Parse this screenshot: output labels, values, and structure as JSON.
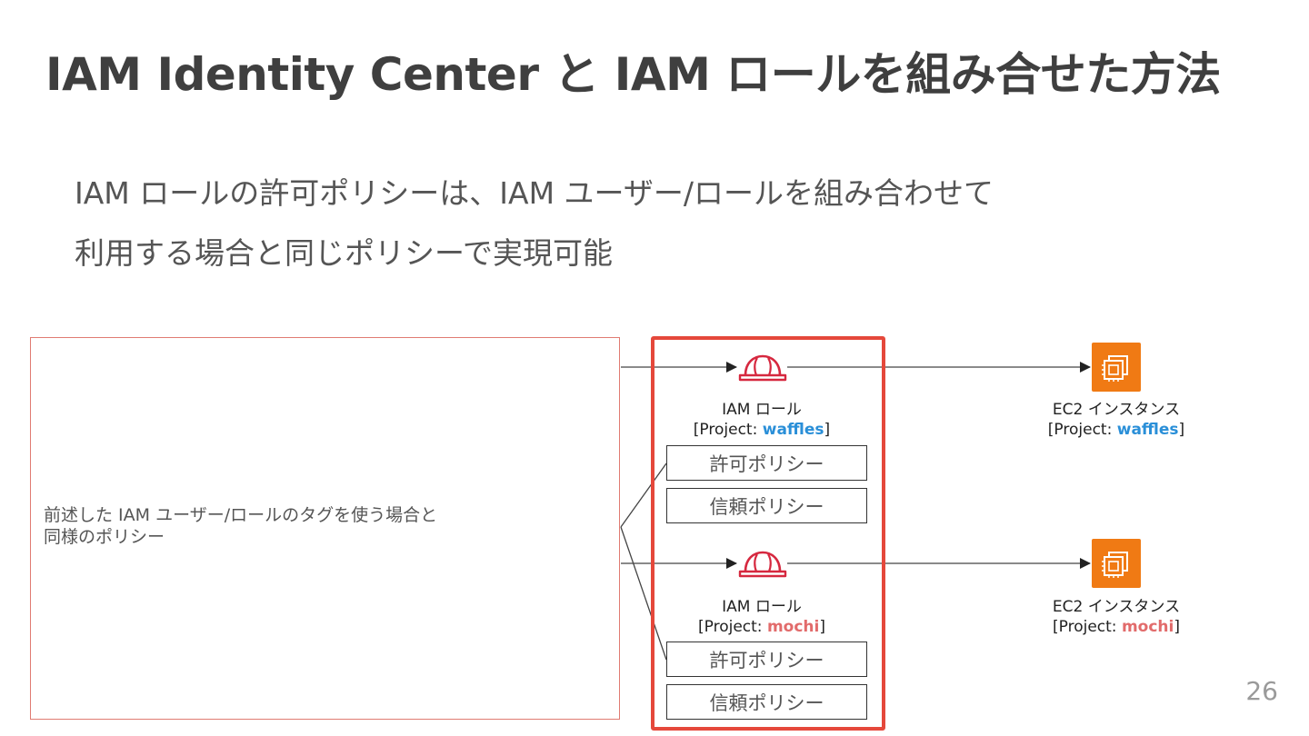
{
  "slide": {
    "title": "IAM Identity Center と IAM ロールを組み合せた方法",
    "body_line1": "IAM ロールの許可ポリシーは、IAM ユーザー/ロールを組み合わせて",
    "body_line2": "利用する場合と同じポリシーで実現可能",
    "page_number": "26"
  },
  "diagram": {
    "policy_note_line1": "前述した IAM ユーザー/ロールのタグを使う場合と",
    "policy_note_line2": "同様のポリシー",
    "colors": {
      "waffles": "#2a8fd8",
      "mochi": "#e26b6b",
      "highlight": "#e5483b",
      "ec2": "#f07a14",
      "role_icon": "#d6283f"
    },
    "roles": [
      {
        "title": "IAM ロール",
        "tag_prefix": "[Project: ",
        "tag_value": "waffles",
        "tag_suffix": "]",
        "permission_policy": "許可ポリシー",
        "trust_policy": "信頼ポリシー",
        "icon": "hard-hat-icon"
      },
      {
        "title": "IAM ロール",
        "tag_prefix": "[Project: ",
        "tag_value": "mochi",
        "tag_suffix": "]",
        "permission_policy": "許可ポリシー",
        "trust_policy": "信頼ポリシー",
        "icon": "hard-hat-icon"
      }
    ],
    "instances": [
      {
        "title": "EC2 インスタンス",
        "tag_prefix": "[Project: ",
        "tag_value": "waffles",
        "tag_suffix": "]",
        "icon": "ec2-chip-icon"
      },
      {
        "title": "EC2 インスタンス",
        "tag_prefix": "[Project: ",
        "tag_value": "mochi",
        "tag_suffix": "]",
        "icon": "ec2-chip-icon"
      }
    ]
  }
}
